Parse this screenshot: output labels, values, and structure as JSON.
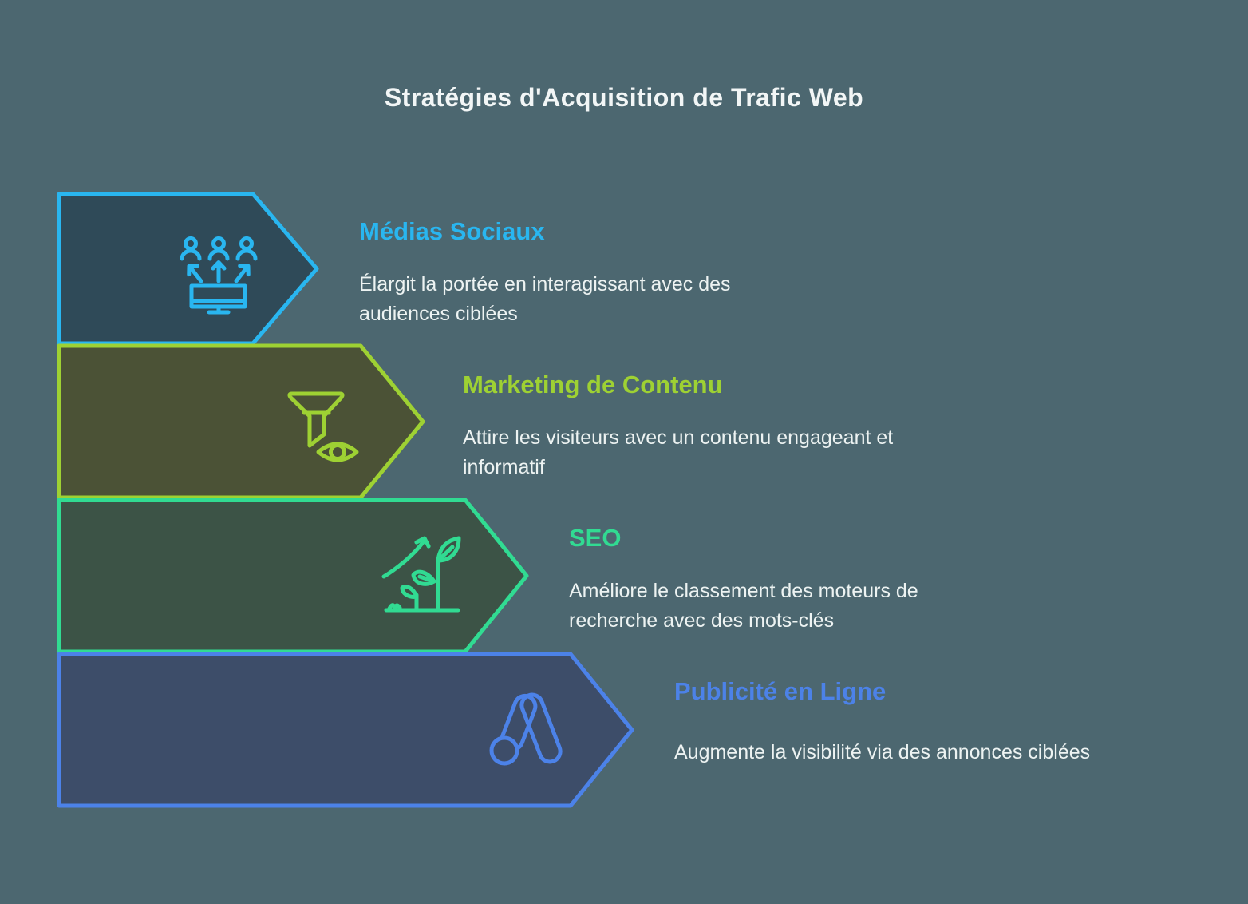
{
  "title": "Stratégies d'Acquisition de Trafic Web",
  "colors": {
    "background": "#4C6770",
    "title_text": "#F2F6F6",
    "description_text": "#EDF3F2"
  },
  "sections": [
    {
      "id": "medias-sociaux",
      "heading": "Médias Sociaux",
      "description": "Élargit la portée en interagissant avec des audiences ciblées",
      "accent_color": "#29B6F0",
      "fill_color": "#2F4A58",
      "icon": "social-share-icon"
    },
    {
      "id": "marketing-de-contenu",
      "heading": "Marketing de Contenu",
      "description": "Attire les visiteurs avec un contenu engageant et informatif",
      "accent_color": "#9ED133",
      "fill_color": "#4B5236",
      "icon": "content-funnel-eye-icon"
    },
    {
      "id": "seo",
      "heading": "SEO",
      "description": "Améliore le classement des moteurs de recherche avec des mots-clés",
      "accent_color": "#31DB92",
      "fill_color": "#3C5346",
      "icon": "seo-growth-plant-icon"
    },
    {
      "id": "publicite-en-ligne",
      "heading": "Publicité en Ligne",
      "description": "Augmente la visibilité via des annonces ciblées",
      "accent_color": "#4C82E8",
      "fill_color": "#3D4D69",
      "icon": "google-ads-icon"
    }
  ]
}
